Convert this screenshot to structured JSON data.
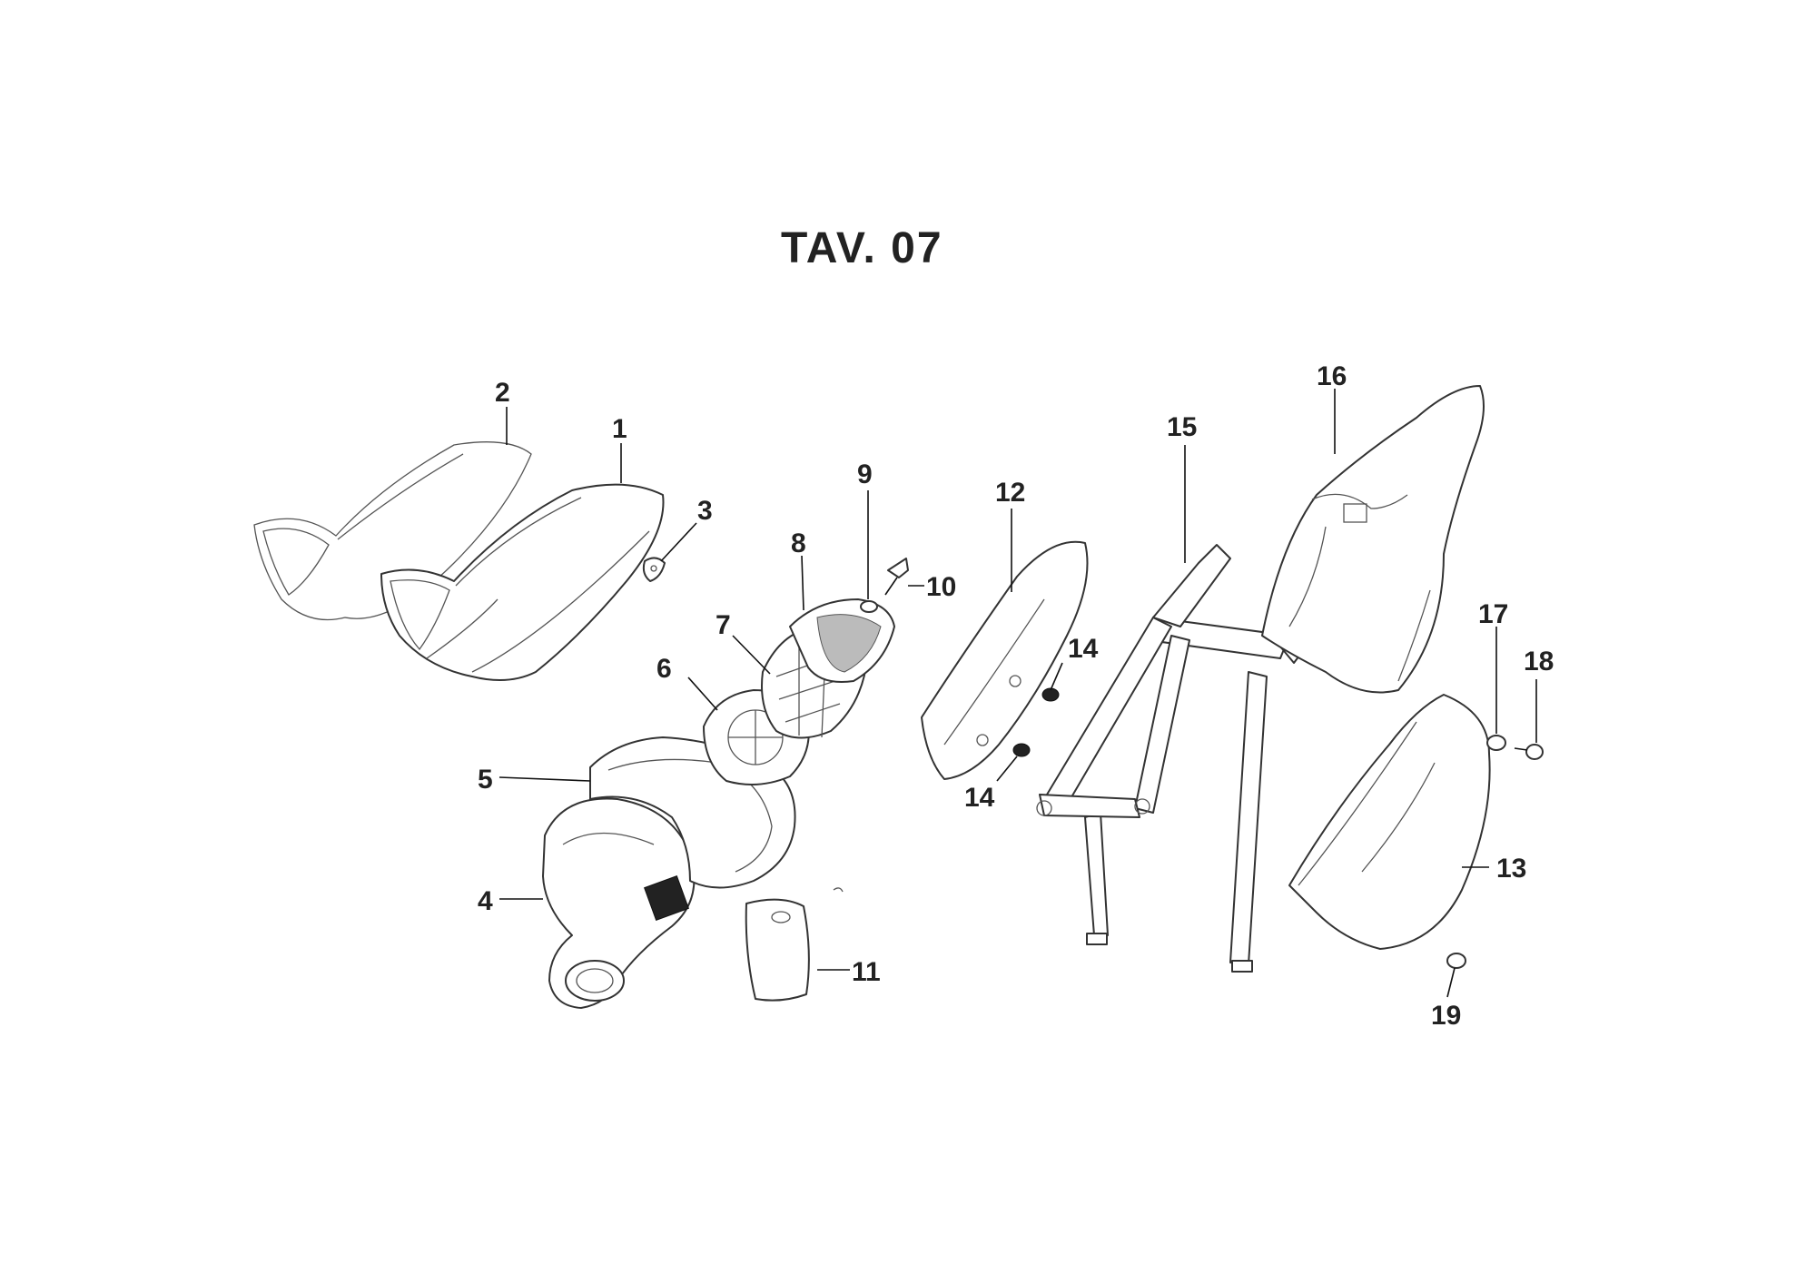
{
  "title": "TAV. 07",
  "labels": [
    "1",
    "2",
    "3",
    "4",
    "5",
    "6",
    "7",
    "8",
    "9",
    "10",
    "11",
    "12",
    "13",
    "14",
    "14",
    "15",
    "16",
    "17",
    "18",
    "19"
  ]
}
